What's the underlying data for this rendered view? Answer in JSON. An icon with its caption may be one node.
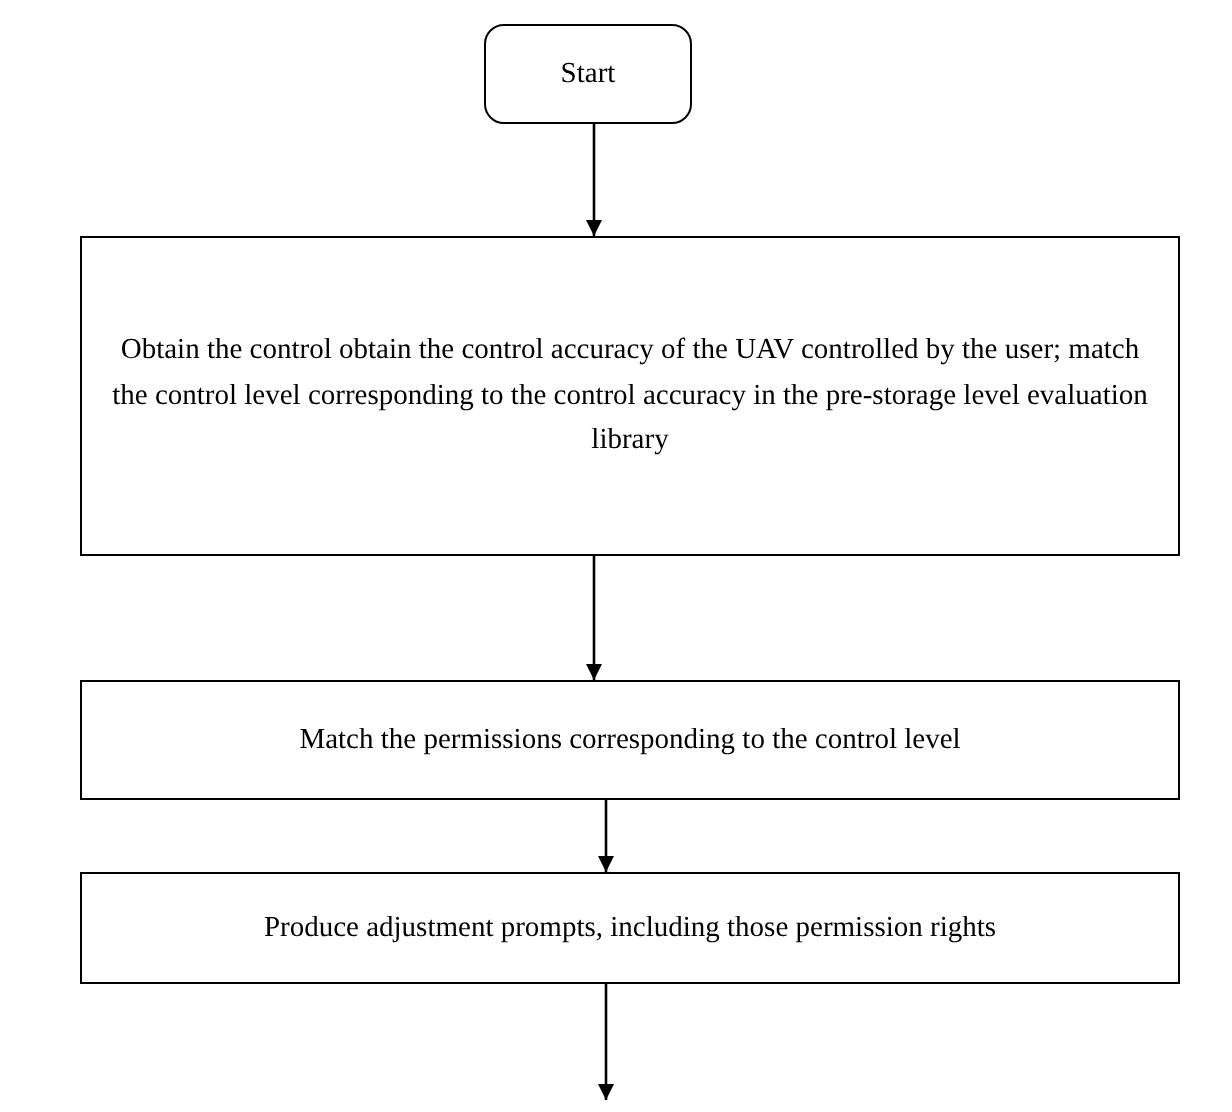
{
  "diagram": {
    "nodes": [
      {
        "text": [
          "Start"
        ]
      },
      {
        "text": [
          "Obtain the control obtain the control accuracy of the UAV controlled by the user; match the control level corresponding to the control accuracy in the pre-storage level evaluation library"
        ]
      },
      {
        "text": [
          "Match the permissions corresponding to the control level"
        ]
      },
      {
        "text": [
          "Produce adjustment prompts, including those permission rights"
        ]
      }
    ],
    "edges": [
      {
        "from": 0,
        "to": 1,
        "arrow": "to"
      },
      {
        "from": 1,
        "to": 2,
        "arrow": "to"
      },
      {
        "from": 2,
        "to": 3,
        "arrow": "to"
      },
      {
        "from": 3,
        "to": null,
        "arrow": "to"
      }
    ]
  }
}
